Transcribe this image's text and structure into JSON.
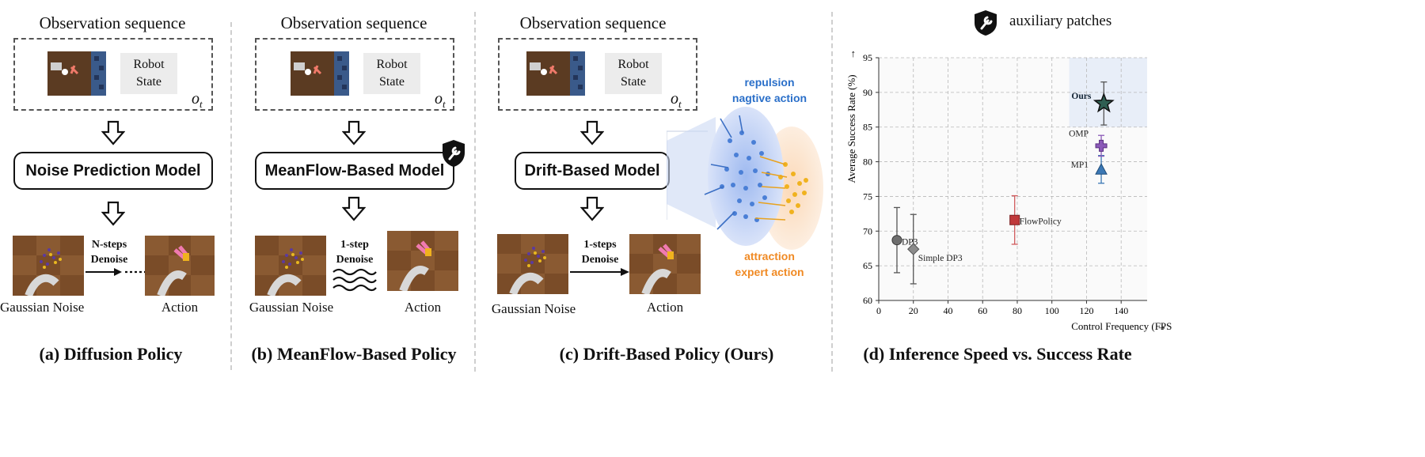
{
  "panels": [
    {
      "obs_title": "Observation sequence",
      "state_label": [
        "Robot",
        "State"
      ],
      "ot_label": "o",
      "ot_sub": "t",
      "model_label": "Noise Prediction Model",
      "left_img_label": "Gaussian Noise",
      "right_img_label": "Action",
      "denoise_label": [
        "N-steps",
        "Denoise"
      ],
      "caption": "(a) Diffusion Policy"
    },
    {
      "obs_title": "Observation sequence",
      "state_label": [
        "Robot",
        "State"
      ],
      "ot_label": "o",
      "ot_sub": "t",
      "model_label": "MeanFlow-Based Model",
      "left_img_label": "Gaussian Noise",
      "right_img_label": "Action",
      "denoise_label": [
        "1-step",
        "Denoise"
      ],
      "caption": "(b) MeanFlow-Based Policy"
    },
    {
      "obs_title": "Observation sequence",
      "state_label": [
        "Robot",
        "State"
      ],
      "ot_label": "o",
      "ot_sub": "t",
      "model_label": "Drift-Based Model",
      "left_img_label": "Gaussian Noise",
      "right_img_label": "Action",
      "denoise_label": [
        "1-steps",
        "Denoise"
      ],
      "caption": "(c) Drift-Based Policy (Ours)",
      "repulsion_label": [
        "repulsion",
        "nagtive action"
      ],
      "attraction_label": [
        "attraction",
        "expert action"
      ]
    }
  ],
  "legend": {
    "icon": "wrench-shield-icon",
    "label": "auxiliary patches"
  },
  "chart_caption": "(d) Inference Speed vs. Success Rate",
  "colors": {
    "repulsion": "#2a6fc9",
    "attraction": "#f08a24",
    "blue_dot": "#4a7fd6",
    "yellow_dot": "#f0b21e"
  },
  "chart_data": {
    "type": "scatter",
    "xlabel": "Control Frequency (FPS)",
    "ylabel": "Average Success Rate (%)",
    "xlim": [
      0,
      155
    ],
    "ylim": [
      60,
      95
    ],
    "xticks": [
      0,
      20,
      40,
      60,
      80,
      100,
      120,
      140
    ],
    "yticks": [
      60,
      65,
      70,
      75,
      80,
      85,
      90,
      95
    ],
    "grid": true,
    "points": [
      {
        "name": "DP3",
        "x": 10.5,
        "y": 68.7,
        "err": 4.7,
        "marker": "circle",
        "color": "#6e6e6e"
      },
      {
        "name": "Simple DP3",
        "x": 20,
        "y": 67.4,
        "err": 5.0,
        "marker": "diamond",
        "color": "#8c8c8c"
      },
      {
        "name": "FlowPolicy",
        "x": 78.5,
        "y": 71.6,
        "err": 3.5,
        "marker": "square",
        "color": "#c0393b"
      },
      {
        "name": "MP1",
        "x": 128.5,
        "y": 78.9,
        "err": 2.0,
        "marker": "triangle",
        "color": "#3b78b5"
      },
      {
        "name": "OMP",
        "x": 128.5,
        "y": 82.3,
        "err": 1.5,
        "marker": "plus",
        "color": "#8b5ab8"
      },
      {
        "name": "Ours",
        "x": 130,
        "y": 88.4,
        "err": 3.1,
        "marker": "star",
        "color": "#111111"
      }
    ],
    "highlight_region": {
      "x": [
        110,
        155
      ],
      "y": [
        85,
        95
      ]
    }
  }
}
